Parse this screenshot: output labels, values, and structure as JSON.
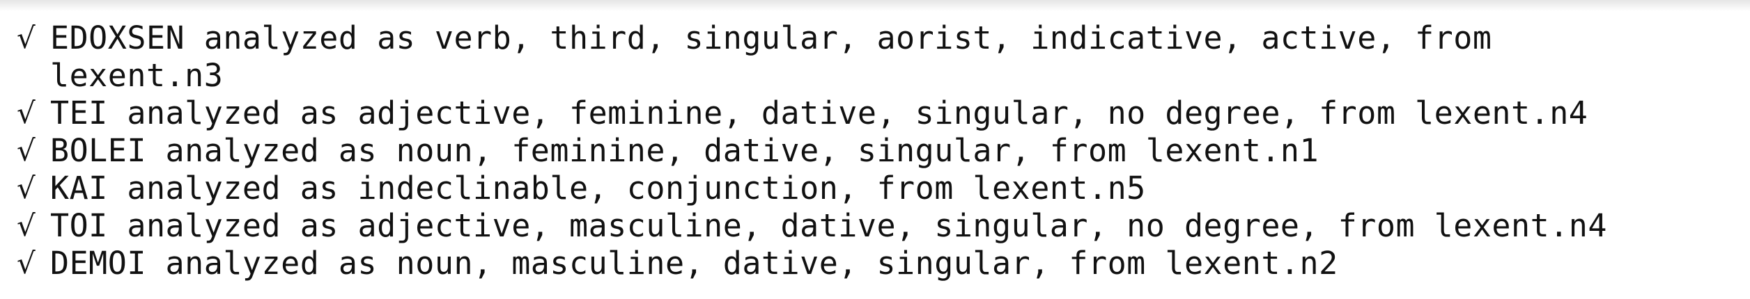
{
  "check_symbol": "√",
  "lines": [
    "EDOXSEN analyzed as verb, third, singular, aorist, indicative, active, from\nlexent.n3",
    "TEI analyzed as adjective, feminine, dative, singular, no degree, from lexent.n4",
    "BOLEI analyzed as noun, feminine, dative, singular, from lexent.n1",
    "KAI analyzed as indeclinable, conjunction, from lexent.n5",
    "TOI analyzed as adjective, masculine, dative, singular, no degree, from lexent.n4",
    "DEMOI analyzed as noun, masculine, dative, singular, from lexent.n2"
  ]
}
